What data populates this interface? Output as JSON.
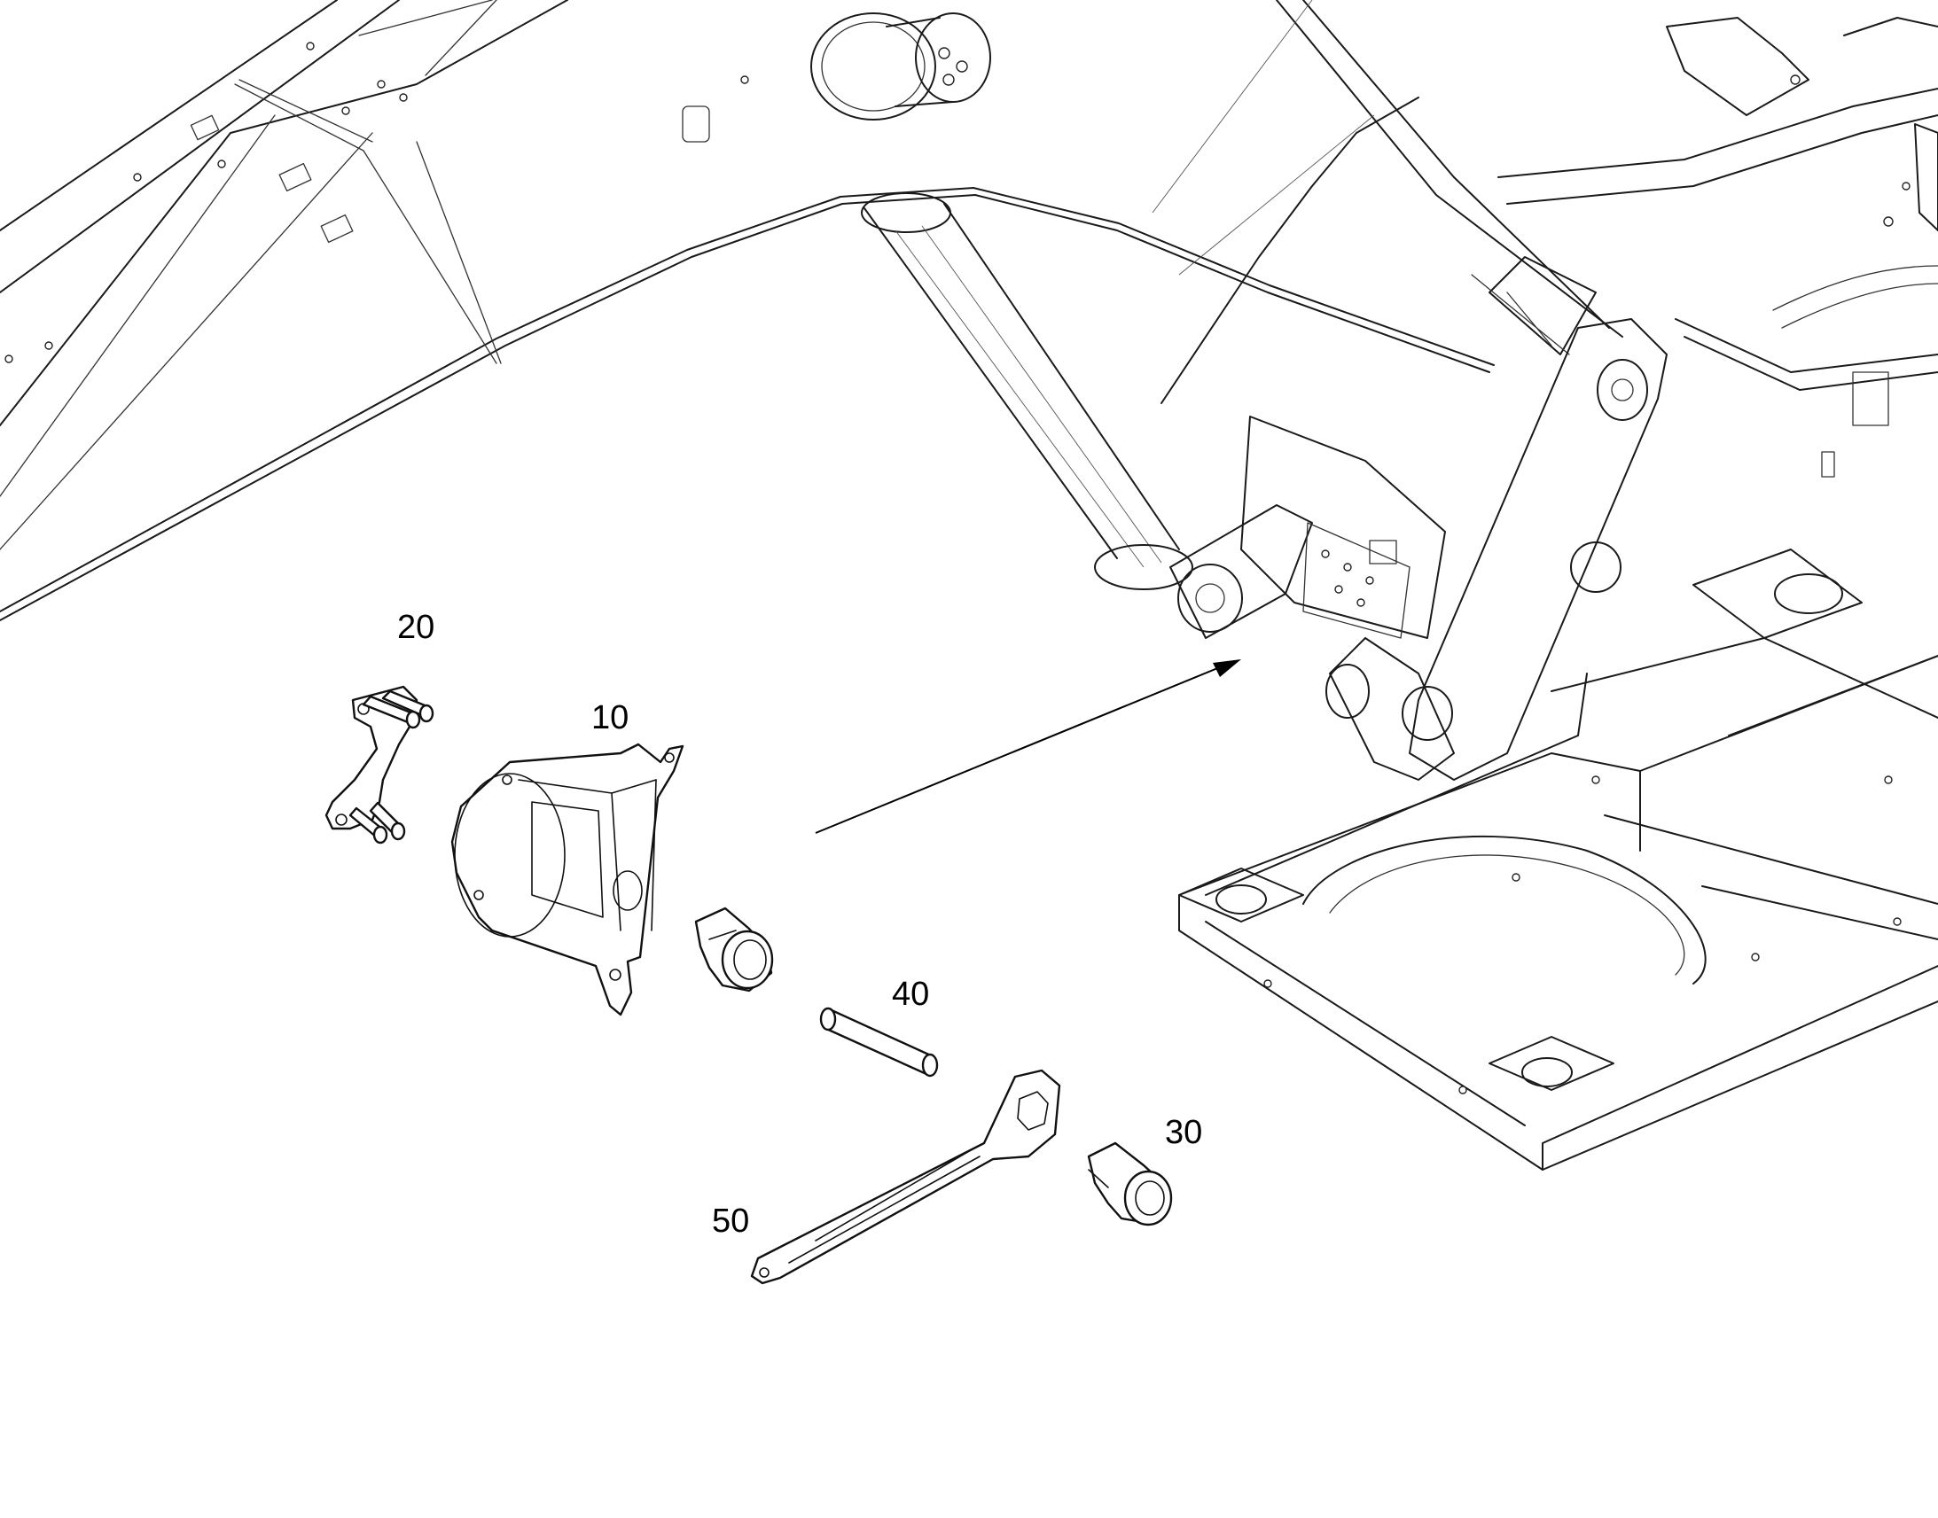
{
  "figure": {
    "callouts": [
      {
        "id": "10",
        "label": "10"
      },
      {
        "id": "20",
        "label": "20"
      },
      {
        "id": "30",
        "label": "30"
      },
      {
        "id": "40",
        "label": "40"
      },
      {
        "id": "50",
        "label": "50"
      }
    ]
  }
}
